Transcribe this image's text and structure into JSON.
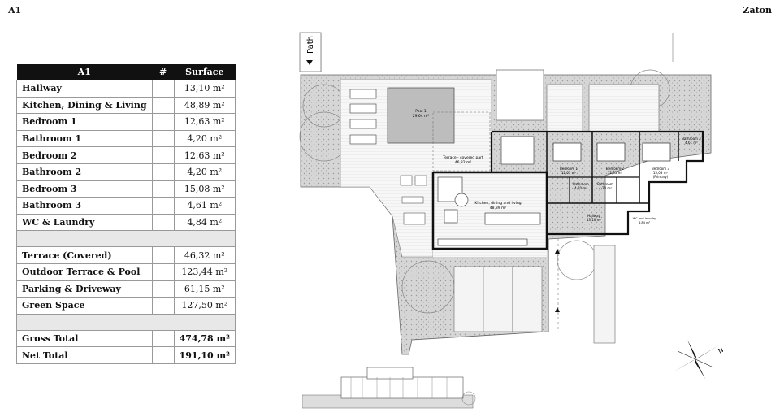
{
  "header": {
    "left": "A1",
    "right": "Zaton"
  },
  "table": {
    "col_name": "A1",
    "col_hash": "#",
    "col_surface": "Surface",
    "rooms": [
      {
        "name": "Hallway",
        "surface": "13,10 m²"
      },
      {
        "name": "Kitchen, Dining & Living",
        "surface": "48,89 m²"
      },
      {
        "name": "Bedroom 1",
        "surface": "12,63 m²"
      },
      {
        "name": "Bathroom 1",
        "surface": "4,20 m²"
      },
      {
        "name": "Bedroom 2",
        "surface": "12,63 m²"
      },
      {
        "name": "Bathroom 2",
        "surface": "4,20 m²"
      },
      {
        "name": "Bedroom 3",
        "surface": "15,08 m²"
      },
      {
        "name": "Bathroom 3",
        "surface": "4,61 m²"
      },
      {
        "name": "WC & Laundry",
        "surface": "4,84 m²"
      }
    ],
    "outdoor": [
      {
        "name": "Terrace (Covered)",
        "surface": "46,32 m²"
      },
      {
        "name": "Outdoor Terrace & Pool",
        "surface": "123,44 m²"
      },
      {
        "name": "Parking & Driveway",
        "surface": "61,15 m²"
      },
      {
        "name": "Green Space",
        "surface": "127,50 m²"
      }
    ],
    "totals": [
      {
        "name": "Gross Total",
        "surface": "474,78 m²"
      },
      {
        "name": "Net Total",
        "surface": "191,10 m²"
      }
    ]
  },
  "plan": {
    "path_label": "Path",
    "labels": {
      "pool": "Pool 1",
      "pool_area": "29,64 m²",
      "terrace": "Terrace - covered part",
      "terrace_area": "46,32 m²",
      "kitchen": "Kitchen, dining and living",
      "kitchen_area": "48,89 m²",
      "bedroom1": "Bedroom 1",
      "bedroom1_area": "12,63 m²",
      "bedroom2": "Bedroom 2",
      "bedroom2_area": "12,63 m²",
      "bedroom3": "Bedroom 3",
      "bedroom3_area": "15,08 m²",
      "bedroom3_note": "(Primary)",
      "bathroom1": "Bathroom",
      "bathroom1_area": "4,20 m²",
      "bathroom2": "Bathroom",
      "bathroom2_area": "4,20 m²",
      "bathroom3": "Bathroom 3",
      "bathroom3_area": "4,61 m²",
      "hallway": "Hallway",
      "hallway_area": "13,10 m²",
      "wc": "WC and laundry",
      "wc_area": "4,84 m²"
    },
    "compass_letter": "N"
  }
}
